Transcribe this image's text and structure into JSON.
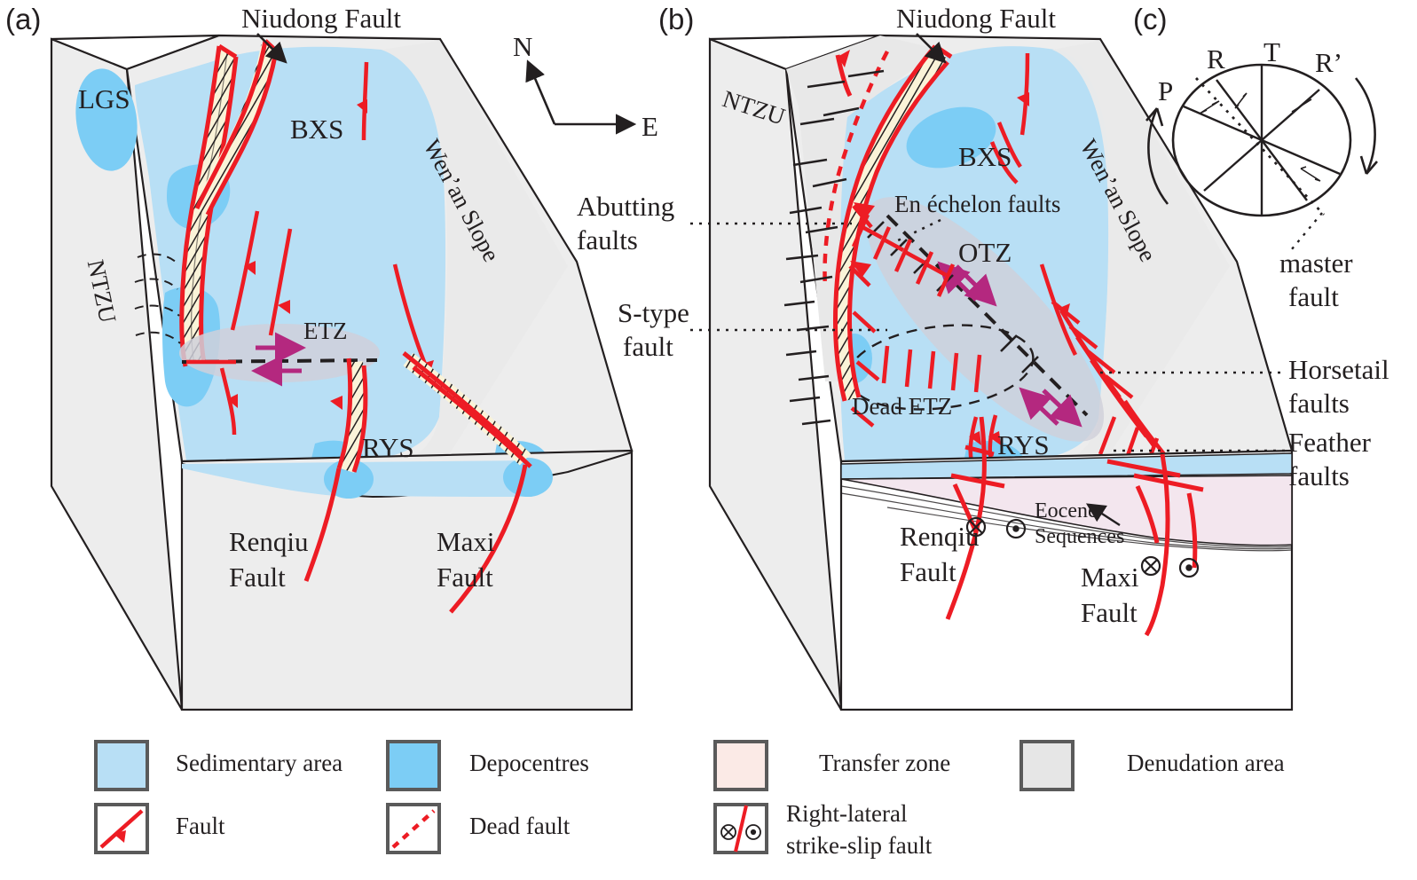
{
  "figure": {
    "type": "geological-block-diagram",
    "panels": [
      {
        "id": "a",
        "label": "(a)"
      },
      {
        "id": "b",
        "label": "(b)"
      },
      {
        "id": "c",
        "label": "(c)"
      }
    ]
  },
  "compass": {
    "north_label": "N",
    "east_label": "E"
  },
  "panel_a": {
    "title": "(a)",
    "callout_fault": "Niudong Fault",
    "sags": [
      "LGS",
      "BXS",
      "RYS"
    ],
    "lgs": "LGS",
    "bxs": "BXS",
    "rys": "RYS",
    "slope": "Wen’an Slope",
    "ntzu": "NTZU",
    "transfer_zone": "ETZ",
    "faults": [
      {
        "name": "Renqiu Fault",
        "line1": "Renqiu",
        "line2": "Fault"
      },
      {
        "name": "Maxi Fault",
        "line1": "Maxi",
        "line2": "Fault"
      }
    ]
  },
  "panel_b": {
    "title": "(b)",
    "callout_fault": "Niudong Fault",
    "ntzu": "NTZU",
    "bxs": "BXS",
    "rys": "RYS",
    "slope": "Wen’an Slope",
    "otz": "OTZ",
    "en_echelon": "En échelon faults",
    "dead_etz": "Dead ETZ",
    "eocene": {
      "line1": "Eocene",
      "line2": "Sequences"
    },
    "annotations_left": [
      {
        "line1": "Abutting",
        "line2": "faults"
      },
      {
        "line1": "S-type",
        "line2": "fault"
      }
    ],
    "annotations_right": [
      {
        "line1": "Horsetail",
        "line2": "faults"
      },
      {
        "line1": "Feather",
        "line2": "faults"
      }
    ],
    "faults": [
      {
        "name": "Renqiu Fault",
        "line1": "Renqiu",
        "line2": "Fault"
      },
      {
        "name": "Maxi Fault",
        "line1": "Maxi",
        "line2": "Fault"
      }
    ]
  },
  "panel_c": {
    "title": "(c)",
    "type": "riedel-strain-ellipse",
    "shear_sense": "dextral",
    "labels": [
      "P",
      "R",
      "T",
      "R’"
    ],
    "p_label": "P",
    "r_label": "R",
    "t_label": "T",
    "rprime_label": "R’",
    "master_fault": {
      "line1": "master",
      "line2": "fault"
    }
  },
  "legend": {
    "items": [
      {
        "key": "sedimentary-area",
        "label": "Sedimentary area",
        "swatch": "fill",
        "color": "#b8dff5"
      },
      {
        "key": "depocentres",
        "label": "Depocentres",
        "swatch": "fill",
        "color": "#7ccdf5"
      },
      {
        "key": "transfer-zone",
        "label": "Transfer zone",
        "swatch": "fill",
        "color": "#fbeae6"
      },
      {
        "key": "denudation-area",
        "label": "Denudation area",
        "swatch": "fill",
        "color": "#e6e6e6"
      },
      {
        "key": "fault",
        "label": "Fault",
        "swatch": "solid-line",
        "color": "#ed1c24"
      },
      {
        "key": "dead-fault",
        "label": "Dead fault",
        "swatch": "dashed-line",
        "color": "#ed1c24"
      },
      {
        "key": "right-lateral-strike-slip-fault",
        "label": "Right-lateral\nstrike-slip fault",
        "line1": "Right-lateral",
        "line2": "strike-slip fault",
        "swatch": "strike-slip",
        "color": "#ed1c24"
      }
    ]
  },
  "colors": {
    "sedimentary": "#b8dff5",
    "depocentre": "#7ccdf5",
    "transfer_zone": "#fbeae6",
    "denudation": "#e6e6e6",
    "fault_red": "#ed1c24",
    "slip_arrow": "#b4287f",
    "hachure_band": "#faf3d8",
    "outline": "#231f20",
    "tz_ellipse": "#cfd0da"
  }
}
